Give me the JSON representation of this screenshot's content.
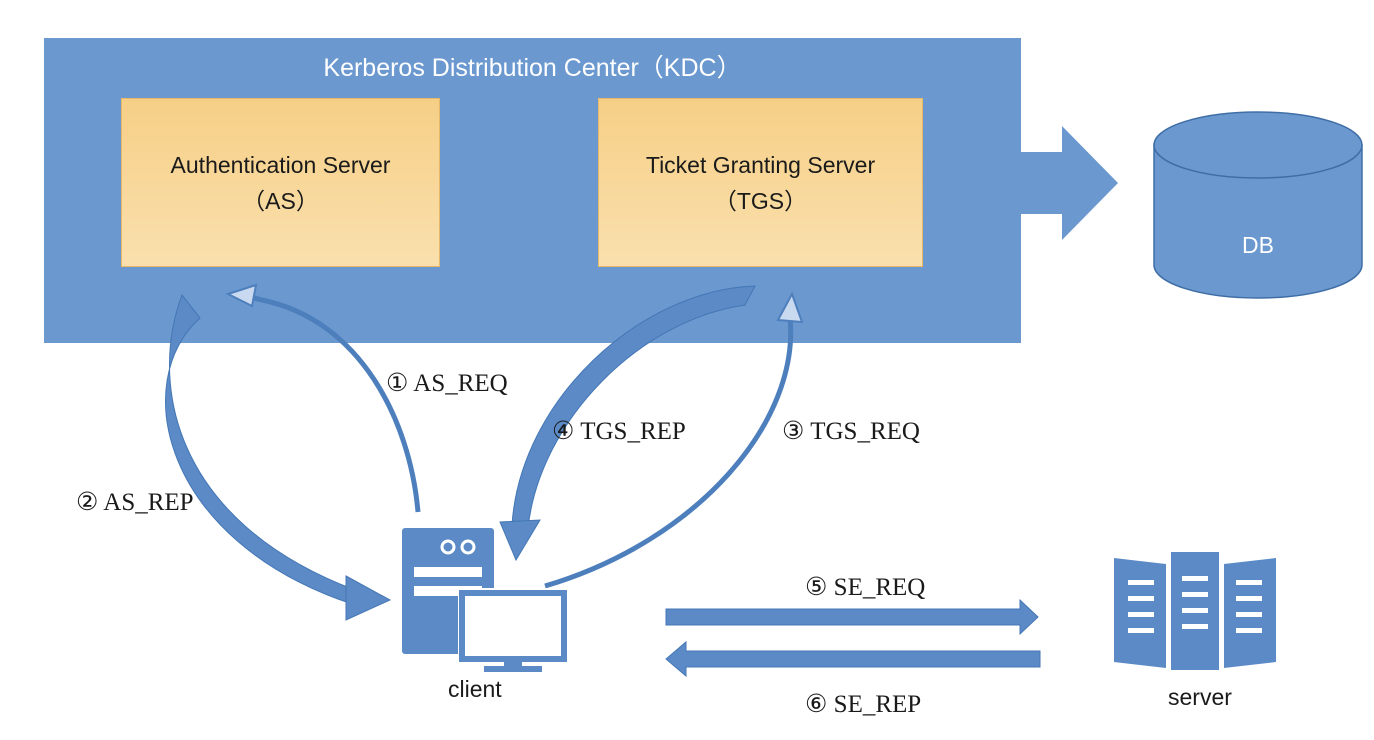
{
  "kdc": {
    "title": "Kerberos Distribution Center（KDC）",
    "as_box": {
      "name": "Authentication Server",
      "abbr": "（AS）"
    },
    "tgs_box": {
      "name": "Ticket Granting Server",
      "abbr": "（TGS）"
    }
  },
  "db": {
    "label": "DB"
  },
  "client": {
    "label": "client"
  },
  "server": {
    "label": "server"
  },
  "messages": {
    "as_req": "① AS_REQ",
    "as_rep": "② AS_REP",
    "tgs_req": "③ TGS_REQ",
    "tgs_rep": "④ TGS_REP",
    "se_req": "⑤ SE_REQ",
    "se_rep": "⑥ SE_REP"
  },
  "colors": {
    "kdc_fill": "#6a98cf",
    "server_box_fill": "#f8d597",
    "arrow_fill": "#5b8ac6",
    "icon_fill": "#5b8ac6"
  }
}
